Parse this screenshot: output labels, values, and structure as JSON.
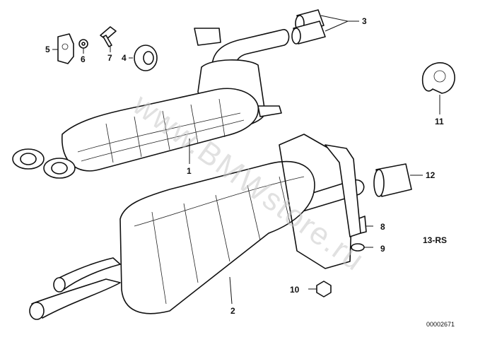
{
  "watermark": "www.BMWstore.ru",
  "part_labels": {
    "p1": "1",
    "p2": "2",
    "p3": "3",
    "p4": "4",
    "p5": "5",
    "p6": "6",
    "p7": "7",
    "p8": "8",
    "p9": "9",
    "p10": "10",
    "p11": "11",
    "p12": "12"
  },
  "variant_label": "13-RS",
  "drawing_code": "00002671"
}
